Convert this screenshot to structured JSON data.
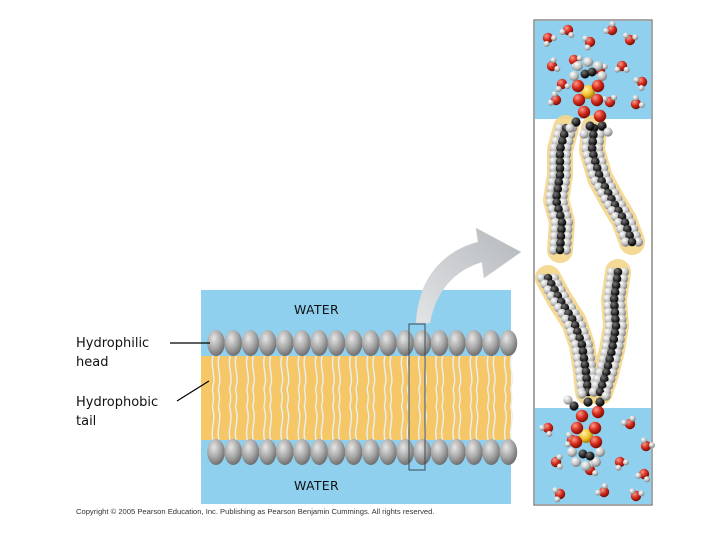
{
  "labels": {
    "water_top": "WATER",
    "water_bottom": "WATER",
    "hydrophilic_line1": "Hydrophilic",
    "hydrophilic_line2": "head",
    "hydrophobic_line1": "Hydrophobic",
    "hydrophobic_line2": "tail"
  },
  "copyright": "Copyright © 2005 Pearson Education, Inc. Publishing as Pearson Benjamin Cummings. All rights reserved.",
  "colors": {
    "water": "#8fd0ef",
    "head": "#a5a5a5",
    "tail": "#f6c766",
    "arrow": "#c6c9cc",
    "carbon": "#2a2a2a",
    "hydrogen": "#c8c8c8",
    "oxygen": "#d42a1c",
    "phosphorus": "#f1c02b",
    "glow": "#f4d68a"
  }
}
